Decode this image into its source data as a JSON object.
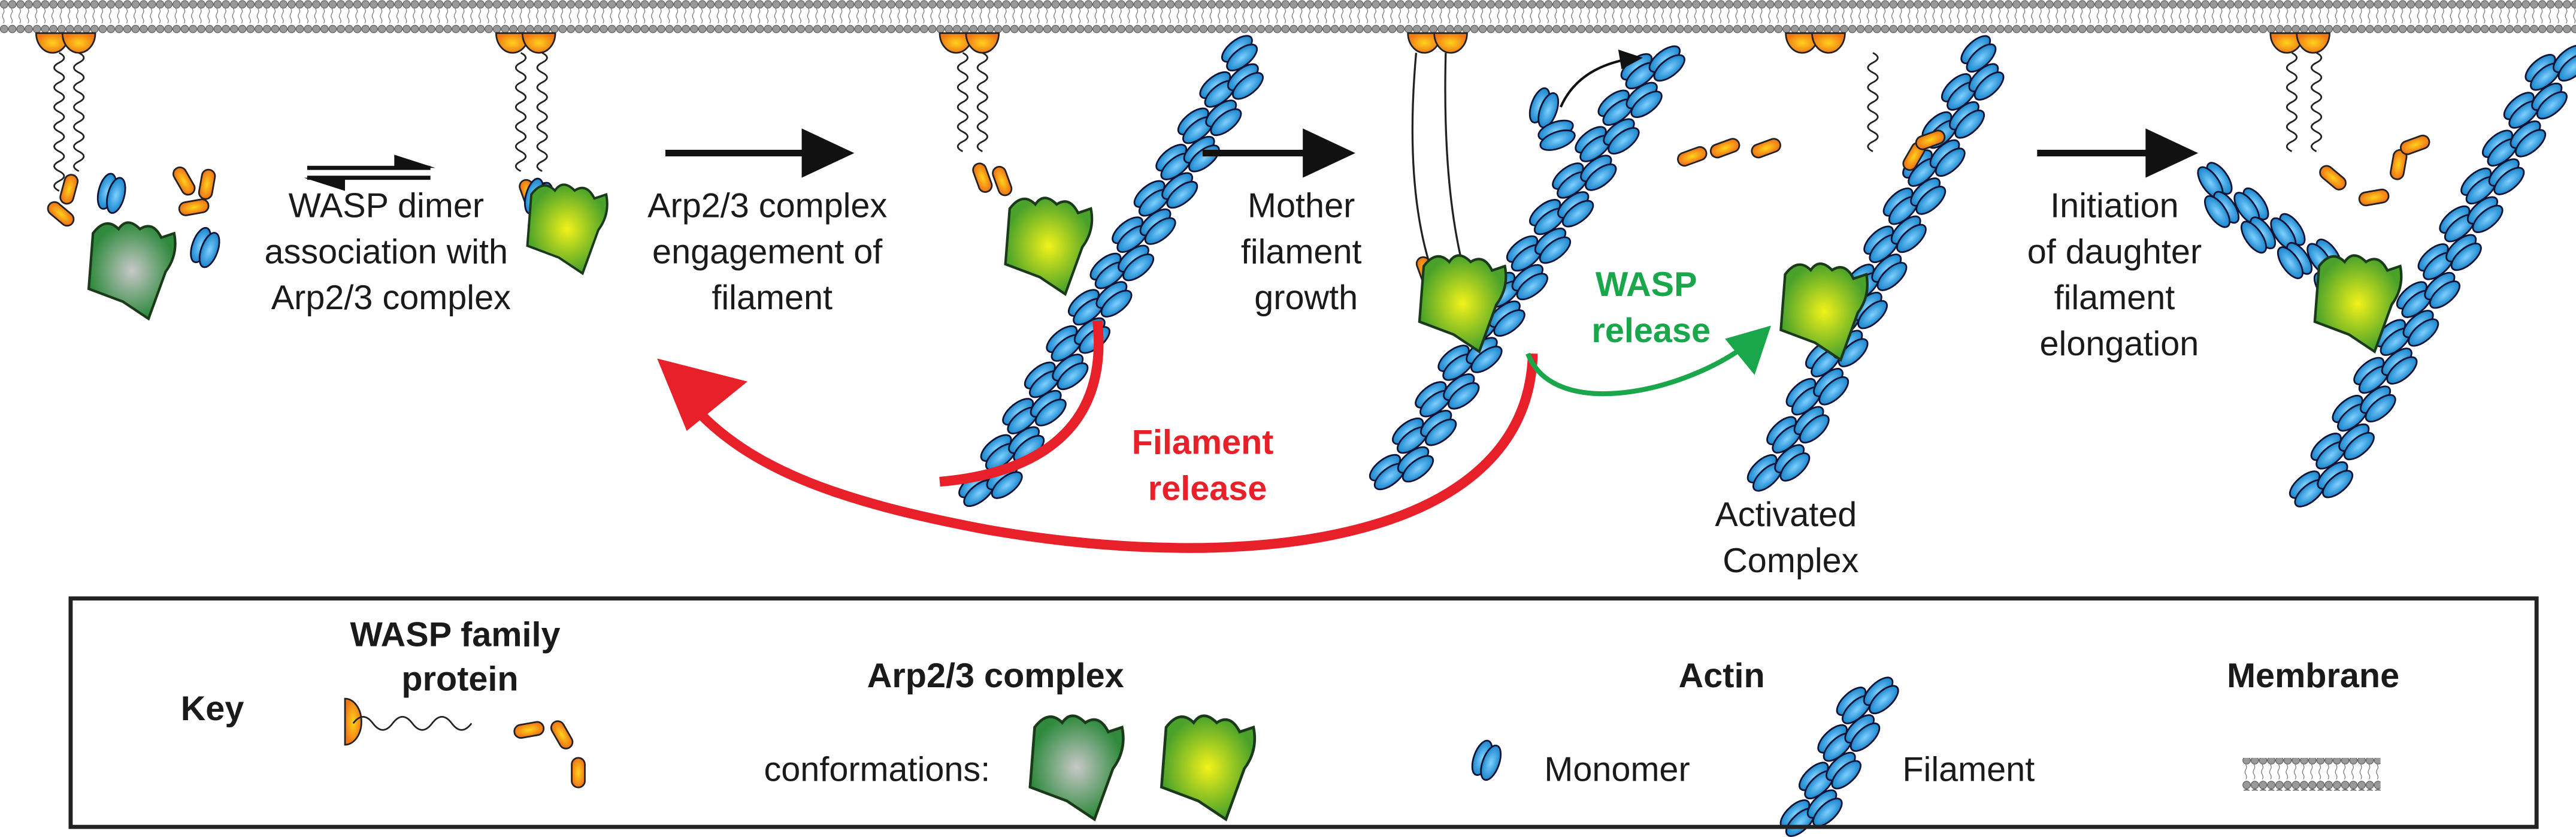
{
  "colors": {
    "membrane": "#8a8a8a",
    "wasp": "#f39a1e",
    "actin": "#2a9ad8",
    "arp_inactive": "#3f9a4e",
    "arp_active": "#b6d318",
    "filament_release_arrow": "#e8202a",
    "wasp_release_arrow": "#1aa64a",
    "step_arrow": "#111111"
  },
  "steps": {
    "s1": [
      "WASP dimer",
      "association with",
      "Arp2/3 complex"
    ],
    "s2": [
      "Arp2/3 complex",
      "engagement of",
      "filament"
    ],
    "s3": [
      "Mother",
      "filament",
      "growth"
    ],
    "s4": [
      "Initiation",
      "of daughter",
      "filament",
      "elongation"
    ]
  },
  "annotations": {
    "wasp_release": [
      "WASP",
      "release"
    ],
    "filament_release": [
      "Filament",
      "release"
    ],
    "activated_complex": [
      "Activated",
      "Complex"
    ]
  },
  "key": {
    "title": "Key",
    "wasp_heading": [
      "WASP family",
      "protein"
    ],
    "arp_heading": "Arp2/3 complex",
    "arp_conformations": "conformations:",
    "actin_heading": "Actin",
    "monomer": "Monomer",
    "filament": "Filament",
    "membrane_heading": "Membrane"
  }
}
